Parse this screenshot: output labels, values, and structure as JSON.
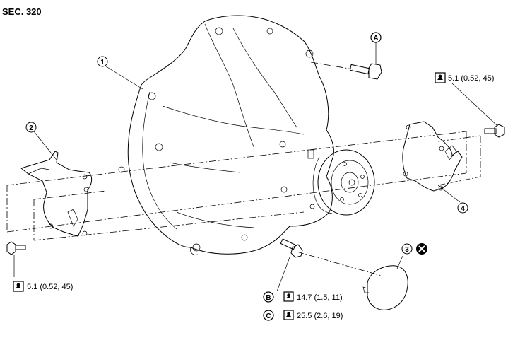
{
  "section_label": "SEC. 320",
  "callouts": {
    "c1": "1",
    "c2": "2",
    "c3": "3",
    "c4": "4",
    "cA": "A",
    "cB": "B",
    "cC": "C"
  },
  "torques": {
    "upper_right": "5.1 (0.52, 45)",
    "lower_left": "5.1 (0.52, 45)",
    "legend_b_sep": ":",
    "legend_b": "14.7 (1.5, 11)",
    "legend_c_sep": ":",
    "legend_c": "25.5 (2.6, 19)"
  },
  "icons": {
    "torque": "torque-wrench-icon",
    "do_not_reuse": "do-not-reuse-icon"
  }
}
